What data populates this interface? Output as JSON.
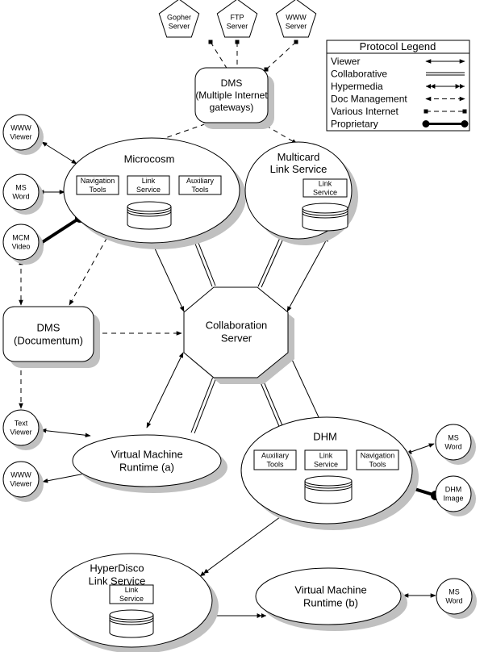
{
  "colors": {
    "stroke": "#000000",
    "shadow": "#c0c0c0",
    "fill": "#ffffff"
  },
  "legend": {
    "title": "Protocol Legend",
    "items": [
      {
        "label": "Viewer",
        "style": "viewer"
      },
      {
        "label": "Collaborative",
        "style": "collaborative"
      },
      {
        "label": "Hypermedia",
        "style": "hypermedia"
      },
      {
        "label": "Doc Management",
        "style": "doc-management"
      },
      {
        "label": "Various Internet",
        "style": "various-internet"
      },
      {
        "label": "Proprietary",
        "style": "proprietary"
      }
    ]
  },
  "nodes": {
    "gopher": {
      "lines": [
        "Gopher",
        "Server"
      ]
    },
    "ftp": {
      "lines": [
        "FTP",
        "Server"
      ]
    },
    "www_server": {
      "lines": [
        "WWW",
        "Server"
      ]
    },
    "dms_top": {
      "lines": [
        "DMS",
        "(Multiple Internet",
        "gateways)"
      ]
    },
    "microcosm": {
      "title": "Microcosm",
      "boxes": [
        [
          "Navigation",
          "Tools"
        ],
        [
          "Link",
          "Service"
        ],
        [
          "Auxiliary",
          "Tools"
        ]
      ]
    },
    "multicard": {
      "lines": [
        "Multicard",
        "Link Service"
      ],
      "boxes": [
        [
          "Link",
          "Service"
        ]
      ]
    },
    "www_viewer1": {
      "lines": [
        "WWW",
        "Viewer"
      ]
    },
    "ms_word1": {
      "lines": [
        "MS",
        "Word"
      ]
    },
    "mcm_video": {
      "lines": [
        "MCM",
        "Video"
      ]
    },
    "dms_doc": {
      "lines": [
        "DMS",
        "(Documentum)"
      ]
    },
    "collab": {
      "lines": [
        "Collaboration",
        "Server"
      ]
    },
    "text_viewer": {
      "lines": [
        "Text",
        "Viewer"
      ]
    },
    "www_viewer2": {
      "lines": [
        "WWW",
        "Viewer"
      ]
    },
    "vm_a": {
      "lines": [
        "Virtual Machine",
        "Runtime (a)"
      ]
    },
    "dhm": {
      "title": "DHM",
      "boxes": [
        [
          "Auxiliary",
          "Tools"
        ],
        [
          "Link",
          "Service"
        ],
        [
          "Navigation",
          "Tools"
        ]
      ]
    },
    "ms_word2": {
      "lines": [
        "MS",
        "Word"
      ]
    },
    "dhm_image": {
      "lines": [
        "DHM",
        "Image"
      ]
    },
    "hyperdisco": {
      "lines": [
        "HyperDisco",
        "Link Service"
      ],
      "boxes": [
        [
          "Link",
          "Service"
        ]
      ]
    },
    "vm_b": {
      "lines": [
        "Virtual Machine",
        "Runtime (b)"
      ]
    },
    "ms_word3": {
      "lines": [
        "MS",
        "Word"
      ]
    }
  }
}
